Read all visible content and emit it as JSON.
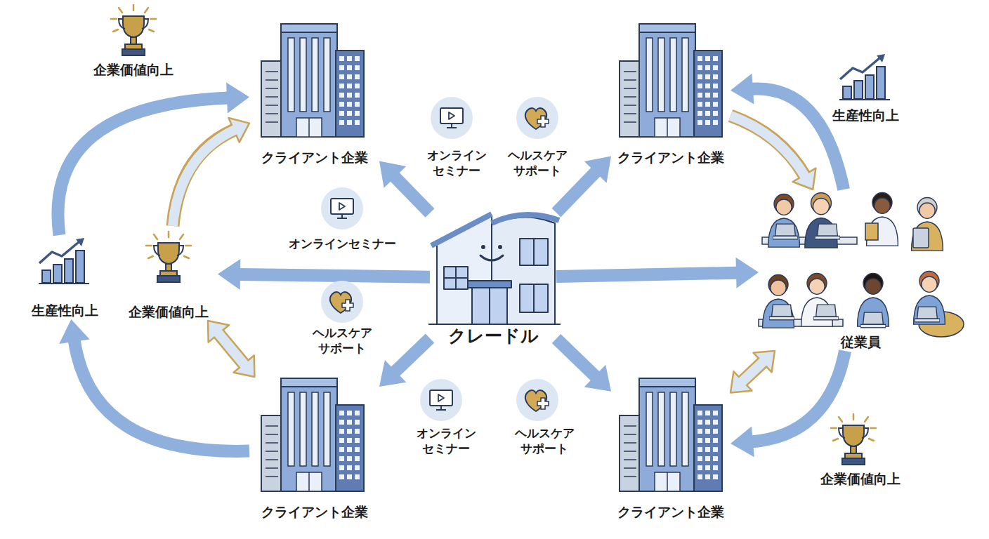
{
  "diagram": {
    "nodes": [
      {
        "text": [
          "クレードル"
        ]
      },
      {
        "text": [
          "クライアント企業"
        ]
      },
      {
        "text": [
          "クライアント企業"
        ]
      },
      {
        "text": [
          "企業価値向上"
        ]
      },
      {
        "text": [
          "生産性向上"
        ]
      },
      {
        "text": [
          "従業員"
        ]
      },
      {
        "text": [
          "クライアント企業"
        ]
      },
      {
        "text": [
          "クライアント企業"
        ]
      }
    ],
    "edges": [
      {
        "from": 0,
        "to": 1,
        "arrow": "to"
      },
      {
        "from": 0,
        "to": 2,
        "arrow": "to"
      },
      {
        "from": 0,
        "to": 3,
        "arrow": "to"
      },
      {
        "from": 0,
        "to": 5,
        "arrow": "to"
      },
      {
        "from": 0,
        "to": 6,
        "arrow": "to"
      },
      {
        "from": 0,
        "to": 7,
        "arrow": "to"
      },
      {
        "from": 4,
        "to": 1,
        "arrow": "to",
        "label": "企業価値向上"
      },
      {
        "from": 3,
        "to": 1,
        "arrow": "to"
      },
      {
        "from": 6,
        "to": 4,
        "arrow": "to"
      },
      {
        "from": 3,
        "to": 6,
        "arrow": "both"
      },
      {
        "from": 2,
        "to": 5,
        "arrow": "to"
      },
      {
        "from": 5,
        "to": 2,
        "arrow": "to",
        "label": "生産性向上"
      },
      {
        "from": 7,
        "to": 5,
        "arrow": "both"
      },
      {
        "from": 5,
        "to": 7,
        "arrow": "to",
        "label": "企業価値向上"
      }
    ],
    "labels": [
      "オンライン セミナー",
      "ヘルスケア サポート",
      "オンラインセミナー",
      "ヘルスケア サポート",
      "オンライン セミナー",
      "ヘルスケア サポート"
    ]
  }
}
